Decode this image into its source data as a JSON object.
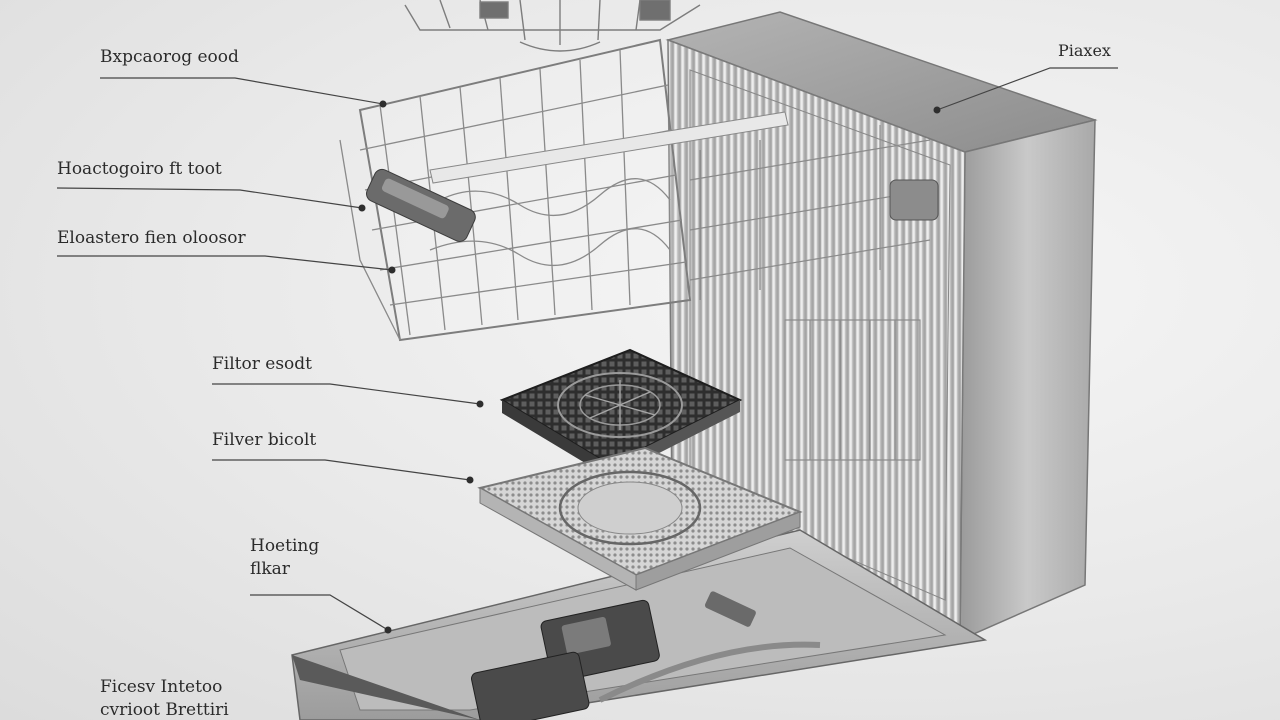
{
  "labels": {
    "top_left": "Bxpcaorog eood",
    "top_right": "Piaxex",
    "mid_left_1": "Hoactogoiro ft toot",
    "mid_left_2": "Eloastero fien oloosor",
    "filter_1": "Filtor esodt",
    "filter_2": "Filver bicolt",
    "heating_line1": "Hoeting",
    "heating_line2": "flkar",
    "bottom_line1": "Ficesv Intetoo",
    "bottom_line2": "cvrioot Brettiri"
  },
  "colors": {
    "steel_light": "#d2d2d2",
    "steel_dark": "#8a8a8a",
    "filter_dark": "#2e2e2e",
    "line": "#444444"
  }
}
